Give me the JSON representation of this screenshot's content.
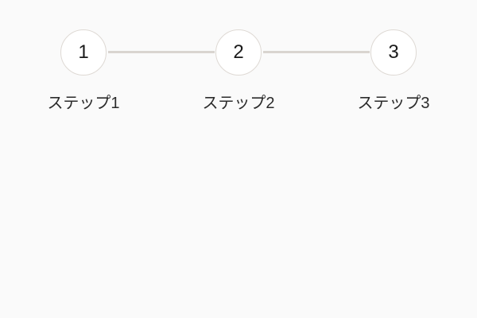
{
  "page": {
    "background_color": "#fafafa"
  },
  "stepper": {
    "orientation": "horizontal",
    "connector_color": "#d9d5d0",
    "node_border_color": "#ded9d4",
    "node_fill_color": "#ffffff",
    "number_color": "#1a1a1a",
    "label_color": "#2b2b2b",
    "steps": [
      {
        "number": "1",
        "label": "ステップ1"
      },
      {
        "number": "2",
        "label": "ステップ2"
      },
      {
        "number": "3",
        "label": "ステップ3"
      }
    ]
  }
}
